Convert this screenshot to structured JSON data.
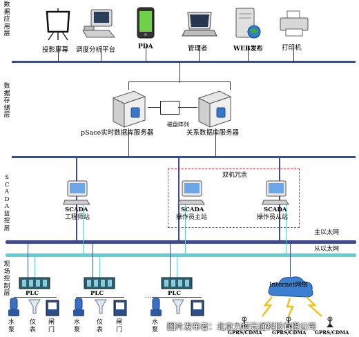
{
  "layers": {
    "app": "数据应用层",
    "storage": "数据存储层",
    "scada": "SCADA监控层",
    "field": "现场控制层"
  },
  "devices": {
    "projector": "投影屏幕",
    "analysis": "调度分析平台",
    "pda": "PDA",
    "manager": "管理者",
    "web": "WEB发布",
    "printer": "打印机"
  },
  "storage": {
    "psace_server": "pSace实时数据库服务器",
    "relational_server": "关系数据库服务器",
    "disk_array": "磁盘阵列"
  },
  "scada": {
    "redundancy": "双机冗余",
    "eng_title": "SCADA",
    "eng_sub": "工程师站",
    "master_title": "SCADA",
    "master_sub": "操作员主站",
    "slave_title": "SCADA",
    "slave_sub": "操作员从站"
  },
  "networks": {
    "main": "主以太网",
    "backup": "从以太网",
    "internet": "Internet网络"
  },
  "field": {
    "plc": "PLC",
    "pump": "水泵",
    "meter": "仪表",
    "valve": "闸门",
    "ellipsis": "……",
    "gprs": "GPRS/CDMA"
  },
  "watermark": "图片发布者：北京力控元通科技有限公司"
}
